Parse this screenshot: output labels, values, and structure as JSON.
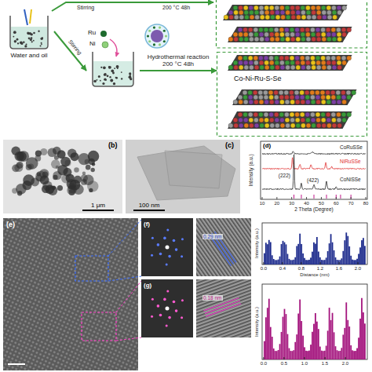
{
  "diagram": {
    "nodes": [
      {
        "text": [
          "Water and oil"
        ]
      },
      {
        "text": [
          "Ru",
          "Ni"
        ]
      },
      {
        "text": [
          "Co-Ni-Ru-S-Se"
        ]
      }
    ],
    "edges": [
      {
        "from": 0,
        "to": 1,
        "arrow": "to",
        "label": "Stirring"
      },
      {
        "from": 1,
        "to": 2,
        "arrow": "to",
        "label": "Hydrothermal reaction 200 °C 48h"
      }
    ],
    "labels": [
      "Stirring",
      "200 °C 48h",
      "(b)",
      "1 μm",
      "(c)",
      "100 nm",
      "(d)",
      "CoRuSSe",
      "NiRuSSe",
      "CoNiSSe",
      "(222)",
      "(422)",
      "Intensity (a.u.)",
      "2 Theta (Degree)",
      "10",
      "20",
      "30",
      "40",
      "50",
      "60",
      "70",
      "80",
      "(e)",
      "(f)",
      "0.29 nm",
      "Intensity (a.u.)",
      "Distance (nm)",
      "0.0",
      "0.4",
      "0.8",
      "1.2",
      "1.6",
      "2.0",
      "(g)",
      "0.18 nm",
      "Intensity (a.u.)",
      "0.0",
      "0.5",
      "1.0",
      "1.5",
      "2.0"
    ]
  }
}
